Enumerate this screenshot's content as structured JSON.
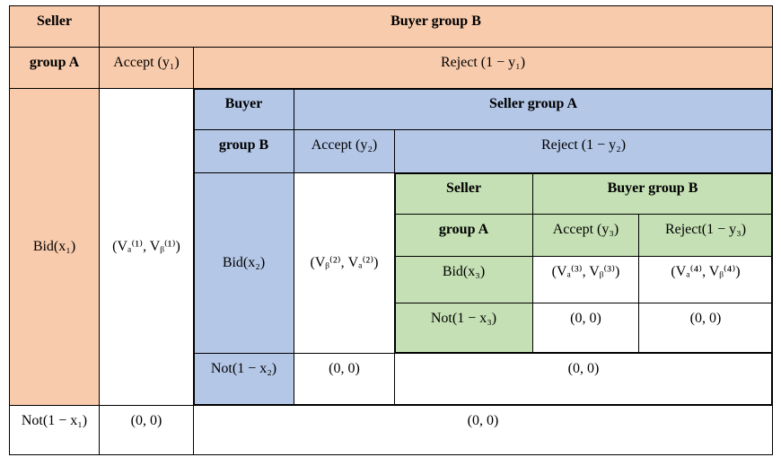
{
  "level1": {
    "corner_top": "Seller",
    "corner_bottom": "group  A",
    "header": "Buyer group  B",
    "accept": "Accept (y₁)",
    "reject": "Reject (1 − y₁)",
    "bid": "Bid(x₁)",
    "payoff_accept": "(Vₐ⁽¹⁾, Vᵦ⁽¹⁾)",
    "not": "Not(1 − x₁)",
    "not_accept": "(0, 0)",
    "not_reject": "(0, 0)"
  },
  "level2": {
    "corner_top": "Buyer",
    "corner_bottom": "group  B",
    "header": "Seller group  A",
    "accept": "Accept (y₂)",
    "reject": "Reject (1 − y₂)",
    "bid": "Bid(x₂)",
    "payoff_accept": "(Vᵦ⁽²⁾, Vₐ⁽²⁾)",
    "not": "Not(1 − x₂)",
    "not_accept": "(0, 0)",
    "not_reject": "(0, 0)"
  },
  "level3": {
    "corner_top": "Seller",
    "corner_bottom": "group  A",
    "header": "Buyer group  B",
    "accept": "Accept (y₃)",
    "reject": "Reject(1 − y₃)",
    "bid": "Bid(x₃)",
    "payoff_bid_accept": "(Vₐ⁽³⁾, Vᵦ⁽³⁾)",
    "payoff_bid_reject": "(Vₐ⁽⁴⁾, Vᵦ⁽⁴⁾)",
    "not": "Not(1 − x₃)",
    "not_accept": "(0, 0)",
    "not_reject": "(0, 0)"
  },
  "colors": {
    "level1": "#f8cbad",
    "level2": "#b4c7e7",
    "level3": "#c5e0b4"
  }
}
